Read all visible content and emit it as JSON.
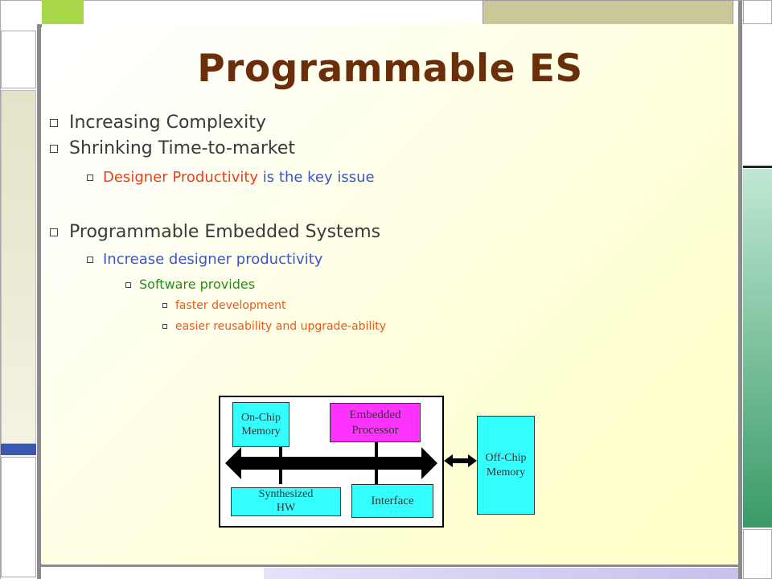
{
  "title": "Programmable ES",
  "colors": {
    "title": "#6b2e0b",
    "level1_text": "#3a3a3a",
    "blue_text": "#3a56c8",
    "red_text": "#e8401c",
    "green_text": "#2a8a1a",
    "orange_text": "#e85a1c",
    "block_cyan": "#33ffff",
    "block_magenta": "#ff33ff",
    "frame_green": "#a8d84a",
    "frame_olive": "#c8c89a",
    "frame_teal": "#3aa070",
    "frame_blue": "#3a58b0",
    "frame_lavender": "#c8c0ee"
  },
  "bullets": {
    "b1": "Increasing Complexity",
    "b2": "Shrinking Time-to-market",
    "b2a_em": "Designer Productivity",
    "b2a_rest": " is the key issue",
    "b3": "Programmable Embedded Systems",
    "b3a": "Increase designer productivity",
    "b3a1": "Software provides",
    "b3a1a": "faster development",
    "b3a1b": "easier reusability and upgrade-ability"
  },
  "diagram": {
    "on_chip_memory": [
      "On-Chip",
      "Memory"
    ],
    "embedded_processor": [
      "Embedded",
      "Processor"
    ],
    "synthesized_hw": [
      "Synthesized",
      "HW"
    ],
    "interface": "Interface",
    "off_chip_memory": [
      "Off-Chip",
      "Memory"
    ]
  }
}
